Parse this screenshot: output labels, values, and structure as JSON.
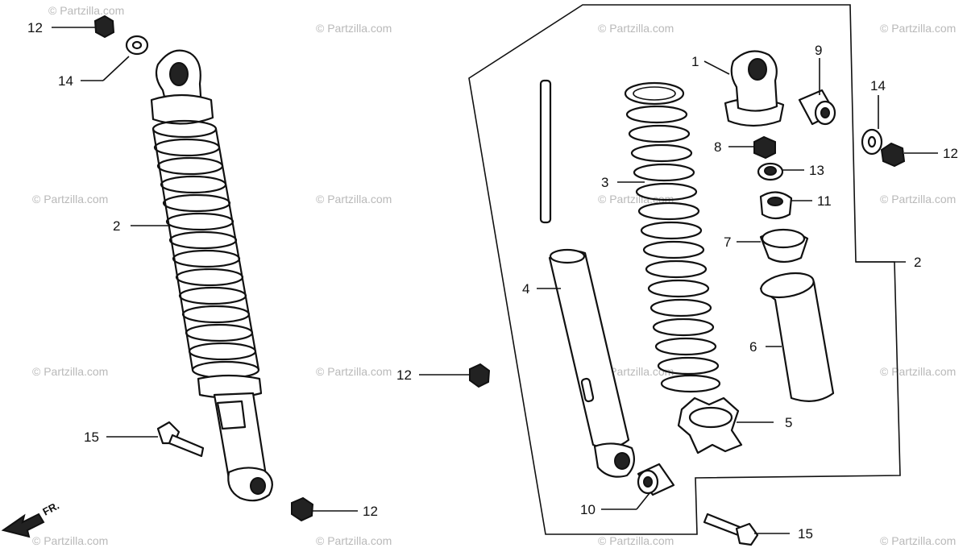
{
  "diagram": {
    "callouts": {
      "c1": "1",
      "c2_right": "2",
      "c2_left": "2",
      "c3": "3",
      "c4": "4",
      "c5": "5",
      "c6": "6",
      "c7": "7",
      "c8": "8",
      "c9": "9",
      "c10": "10",
      "c11": "11",
      "c12_top_left": "12",
      "c12_top_right": "12",
      "c12_mid": "12",
      "c12_bottom": "12",
      "c13": "13",
      "c14_left": "14",
      "c14_right": "14",
      "c15_left": "15",
      "c15_right": "15"
    },
    "front_label": "FR.",
    "watermark": "© Partzilla.com",
    "colors": {
      "ink": "#111111",
      "watermark": "#b9b9b9",
      "background": "#ffffff"
    }
  }
}
